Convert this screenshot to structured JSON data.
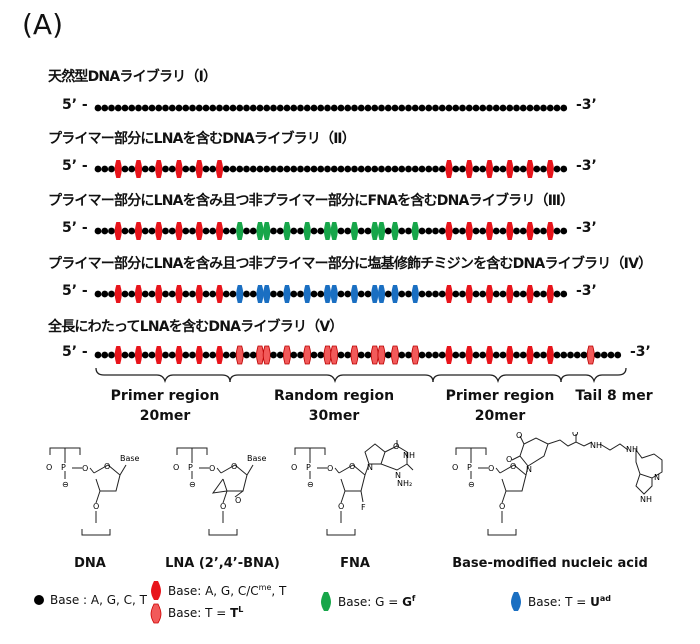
{
  "panel": "(A)",
  "strand_ends": {
    "five": "5’ -",
    "three": "-3’"
  },
  "libraries": [
    {
      "title": "天然型DNAライブラリ（Ⅰ）",
      "pattern": "I"
    },
    {
      "title": "プライマー部分にLNAを含むDNAライブラリ（Ⅱ）",
      "pattern": "II"
    },
    {
      "title": "プライマー部分にLNAを含み且つ非プライマー部分にFNAを含むDNAライブラリ（Ⅲ）",
      "pattern": "III"
    },
    {
      "title": "プライマー部分にLNAを含み且つ非プライマー部分に塩基修飾チミジンを含むDNAライブラリ（Ⅳ）",
      "pattern": "IV"
    },
    {
      "title": "全長にわたってLNAを含むDNAライブラリ（Ⅴ）",
      "pattern": "V"
    }
  ],
  "regions": [
    {
      "name": "Primer region",
      "length": "20mer"
    },
    {
      "name": "Random region",
      "length": "30mer"
    },
    {
      "name": "Primer region",
      "length": "20mer"
    },
    {
      "name": "Tail 8 mer",
      "length": ""
    }
  ],
  "structures": {
    "dna": "DNA",
    "lna": "LNA (2’,4’-BNA)",
    "fna": "FNA",
    "base_modified": "Base-modified nucleic acid",
    "base": "Base",
    "f": "F",
    "nh2": "NH₂",
    "o": "O",
    "p": "P",
    "minus": "⊖",
    "n": "N",
    "nh": "NH",
    "h": "H"
  },
  "legend": {
    "dna_base": "Base : A, G, C, T",
    "lna_base_a": "Base: A, G, C/C",
    "lna_base_me": "me",
    "lna_base_t": ", T",
    "lna_base2": "Base: T = ",
    "lna_base2_bold": "T",
    "lna_base2_sup": "L",
    "fna_base": "Base: G = ",
    "fna_base_bold": "G",
    "fna_base_sup": "f",
    "mod_base": "Base: T = ",
    "mod_base_bold": "U",
    "mod_base_sup": "ad"
  },
  "colors": {
    "dna": "#000000",
    "lna_red": "#e8141b",
    "lna_pink": "#f25a5a",
    "fna_green": "#17a64a",
    "mod_blue": "#1a6fc2"
  }
}
